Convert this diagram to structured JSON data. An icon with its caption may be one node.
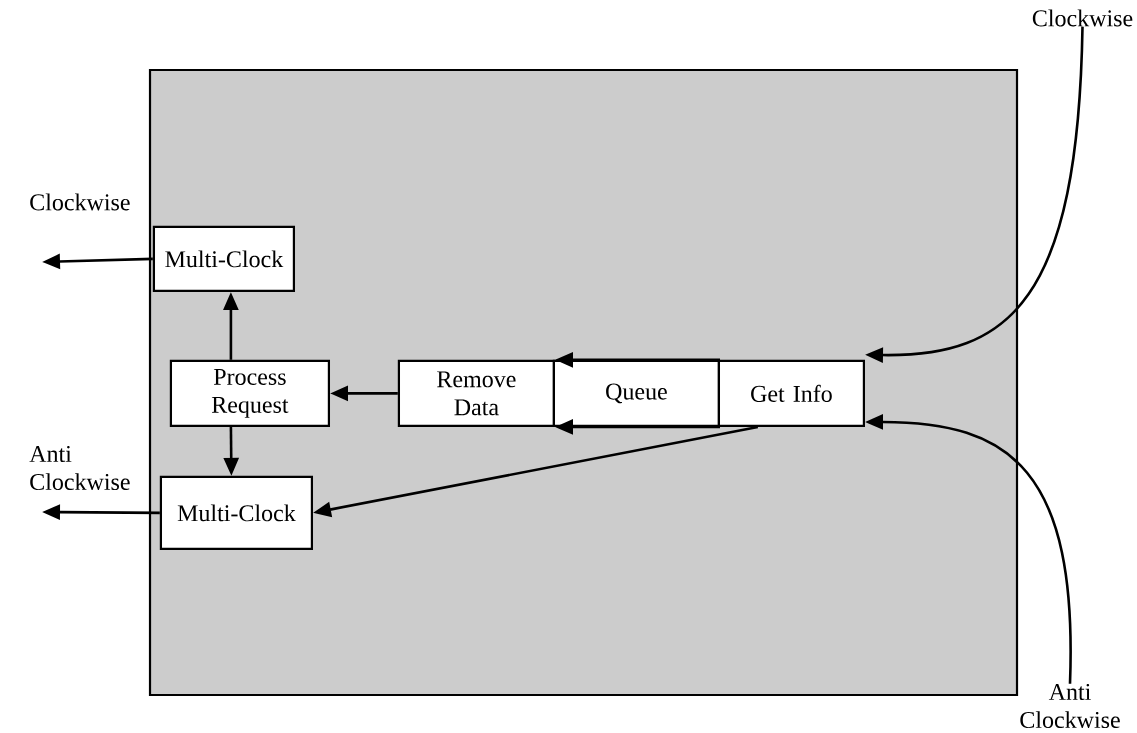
{
  "diagram": {
    "nodes": [
      {
        "text": [],
        "shape": "box"
      },
      {
        "text": [
          "Multi-Clock"
        ],
        "in": 0
      },
      {
        "text": [
          "Process Request"
        ],
        "in": 0
      },
      {
        "text": [
          "Remove Data"
        ],
        "in": 0
      },
      {
        "text": [
          "Queue"
        ],
        "in": 0
      },
      {
        "text": [
          "Get Info"
        ],
        "in": 0
      },
      {
        "text": [
          "Multi-Clock"
        ],
        "in": 0
      },
      {
        "text": [
          "Clockwise"
        ]
      },
      {
        "text": [
          "Anti Clockwise"
        ]
      }
    ],
    "edges": [
      {
        "from": 1,
        "to": null,
        "arrow": "to",
        "label": "Clockwise"
      },
      {
        "from": 6,
        "to": null,
        "arrow": "to",
        "label": "Anti Clockwise"
      },
      {
        "from": 2,
        "to": 1,
        "arrow": "to"
      },
      {
        "from": 2,
        "to": 6,
        "arrow": "to"
      },
      {
        "from": 3,
        "to": 2,
        "arrow": "to"
      },
      {
        "from": 4,
        "to": 3,
        "arrow": "to"
      },
      {
        "from": 4,
        "to": 3,
        "arrow": "to"
      },
      {
        "from": 5,
        "to": 6,
        "arrow": "to"
      },
      {
        "from": 7,
        "to": 5,
        "arrow": "to"
      },
      {
        "from": 8,
        "to": 5,
        "arrow": "to"
      }
    ]
  }
}
